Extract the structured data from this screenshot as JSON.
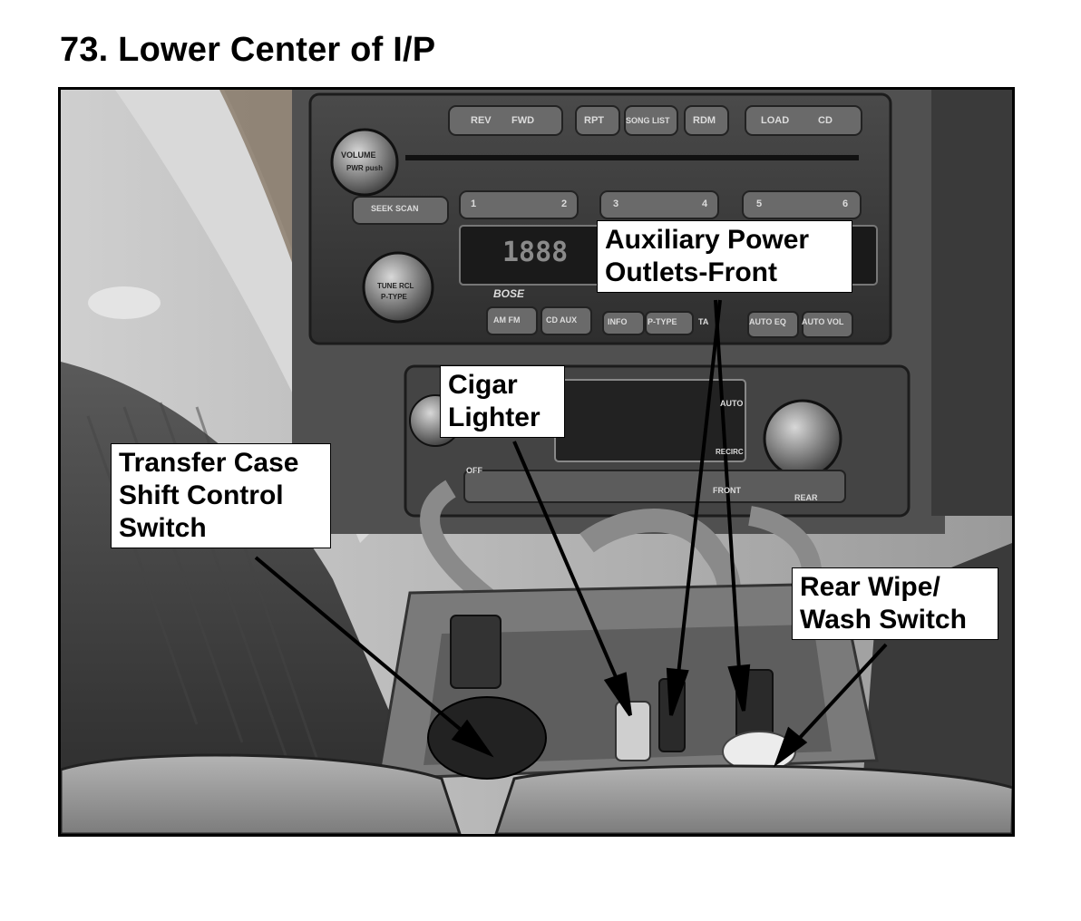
{
  "page": {
    "title": "73. Lower Center of I/P"
  },
  "callouts": {
    "aux_power": {
      "lines": [
        "Auxiliary Power",
        "Outlets-Front"
      ]
    },
    "cigar_lighter": {
      "lines": [
        "Cigar",
        "Lighter"
      ]
    },
    "transfer_case": {
      "lines": [
        "Transfer Case",
        "Shift Control",
        "Switch"
      ]
    },
    "rear_wipe": {
      "lines": [
        "Rear Wipe/",
        "Wash Switch"
      ]
    }
  },
  "radio": {
    "buttons_top": [
      "REV",
      "FWD",
      "RPT",
      "SONG LIST",
      "RDM",
      "LOAD",
      "CD"
    ],
    "knob_volume": "VOLUME",
    "knob_volume_sub": "PWR push",
    "seek": "SEEK SCAN",
    "presets": [
      "1",
      "2",
      "3",
      "4",
      "5",
      "6"
    ],
    "display": "1888",
    "brand": "BOSE",
    "knob_tune": "TUNE RCL",
    "knob_tune_sub": "P-TYPE",
    "buttons_bottom": [
      "AM FM",
      "CD AUX",
      "INFO",
      "P-TYPE",
      "TA",
      "AUTO EQ",
      "AUTO VOL"
    ]
  },
  "hvac": {
    "buttons": [
      "OFF",
      "FRONT",
      "REAR",
      "AUTO",
      "RECIRC"
    ]
  },
  "colors": {
    "frame": "#000000",
    "callout_bg": "#ffffff",
    "arrow": "#000000"
  }
}
